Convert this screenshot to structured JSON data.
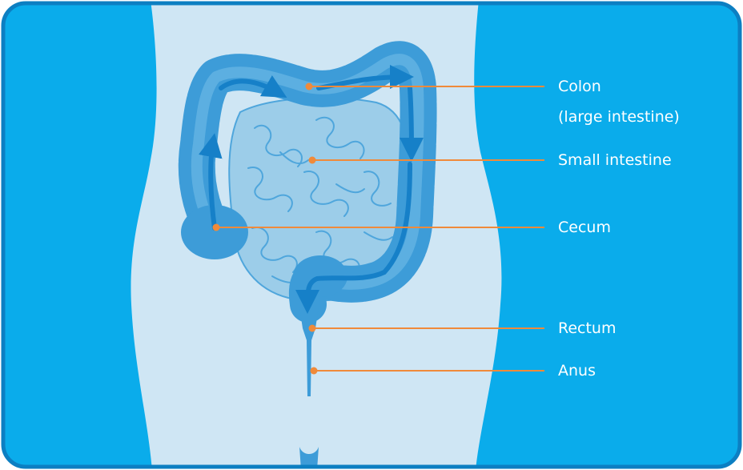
{
  "colors": {
    "background": "#0aaceb",
    "frame_border": "#0c7fc2",
    "body": "#cfe6f4",
    "colon_dark": "#3d9cd8",
    "colon_light": "#6ab8e6",
    "small_intestine": "#9ccde9",
    "small_intestine_line": "#4fa6dc",
    "arrow": "#1680c8",
    "leader_line": "#f08a3a",
    "label_text": "#ffffff"
  },
  "labels": {
    "colon_line1": "Colon",
    "colon_line2": "(large intestine)",
    "small_intestine": "Small intestine",
    "cecum": "Cecum",
    "rectum": "Rectum",
    "anus": "Anus"
  }
}
